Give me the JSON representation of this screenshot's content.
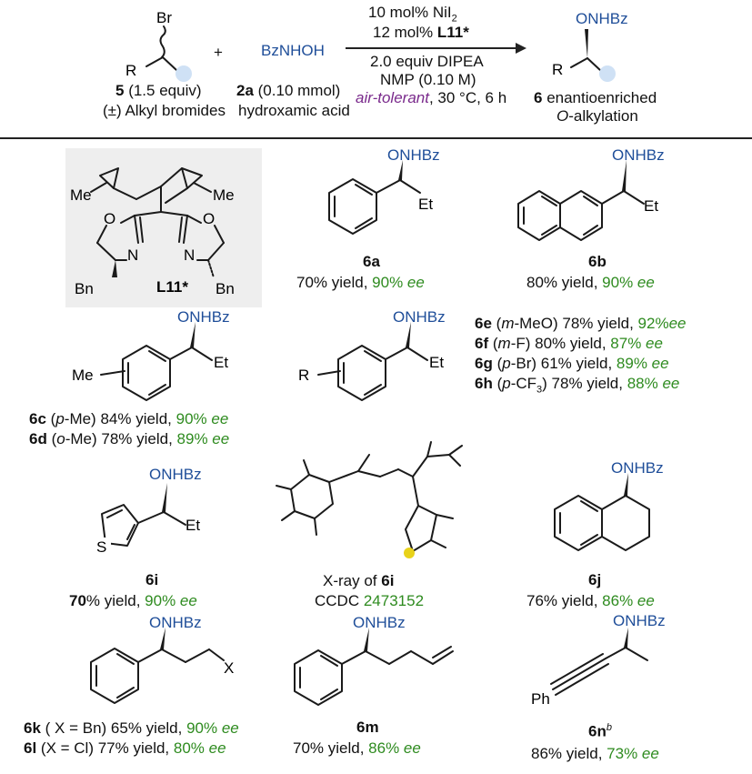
{
  "reaction": {
    "reagent_br": "Br",
    "reagent_r": "R",
    "plus": "+",
    "hydroxamic_formula": "BzNHOH",
    "cond1": "10 mol% NiI",
    "cond1_sub": "2",
    "cond2_pre": "12 mol% ",
    "cond2_bold": "L11*",
    "cond3": "2.0 equiv DIPEA",
    "cond4": "NMP (0.10 M)",
    "cond5_italic": "air-tolerant",
    "cond5_rest": ", 30 °C, 6 h",
    "sm5_num": "5",
    "sm5_equiv": " (1.5 equiv)",
    "sm5_desc": "(±) Alkyl bromides",
    "sm2a_num": "2a",
    "sm2a_amt": " (0.10 mmol)",
    "sm2a_desc": "hydroxamic acid",
    "prod_group": "ONHBz",
    "prod_r": "R",
    "prod_num": "6",
    "prod_desc1": " enantioenriched",
    "prod_desc2_italic": "O",
    "prod_desc2_rest": "-alkylation"
  },
  "ligand": {
    "me": "Me",
    "o": "O",
    "n": "N",
    "bn": "Bn",
    "name": "L11*"
  },
  "labels": {
    "onhbz": "ONHBz",
    "et": "Et",
    "me": "Me",
    "r": "R",
    "s": "S",
    "x": "X",
    "ph": "Ph",
    "ee": "ee"
  },
  "products": {
    "6a": {
      "num": "6a",
      "yield": "70% yield, ",
      "ee": "90% "
    },
    "6b": {
      "num": "6b",
      "yield": "80% yield, ",
      "ee": "90% "
    },
    "6c": {
      "num": "6c",
      "pre": " (",
      "pos": "p",
      "sub": "-Me) 84% yield, ",
      "ee": "90% "
    },
    "6d": {
      "num": "6d",
      "pre": " (",
      "pos": "o",
      "sub": "-Me) 78% yield, ",
      "ee": "89% "
    },
    "6e": {
      "num": "6e",
      "pre": " (",
      "pos": "m",
      "sub": "-MeO) 78% yield, ",
      "ee": "92%"
    },
    "6f": {
      "num": "6f",
      "pre": " (",
      "pos": "m",
      "sub": "-F) 80% yield, ",
      "ee": "87% "
    },
    "6g": {
      "num": "6g",
      "pre": " (",
      "pos": "p",
      "sub": "-Br) 61% yield, ",
      "ee": "89% "
    },
    "6h": {
      "num": "6h",
      "pre": " (",
      "pos": "p",
      "sub": "-CF",
      "sub2": "3",
      "post": ") 78% yield, ",
      "ee": "88% "
    },
    "6i": {
      "num": "6i",
      "yield_bold": "70",
      "yield": "% yield, ",
      "ee": "90% "
    },
    "xray": {
      "pre": "X-ray of ",
      "num": "6i",
      "ccdc_label": "CCDC ",
      "ccdc": "2473152"
    },
    "6j": {
      "num": "6j",
      "yield": "76% yield, ",
      "ee": "86% "
    },
    "6k": {
      "num": "6k",
      "sub": " ( X = Bn) 65% yield, ",
      "ee": "90% "
    },
    "6l": {
      "num": "6l",
      "sub": " (X = Cl) 77% yield, ",
      "ee": "80% "
    },
    "6m": {
      "num": "6m",
      "yield": "70% yield, ",
      "ee": "86% "
    },
    "6n": {
      "num": "6n",
      "sup": "b",
      "yield": "86% yield, ",
      "ee": "73% "
    }
  },
  "colors": {
    "blue": "#1f4e99",
    "green": "#2e8b1f",
    "purple": "#7a2a8c"
  }
}
